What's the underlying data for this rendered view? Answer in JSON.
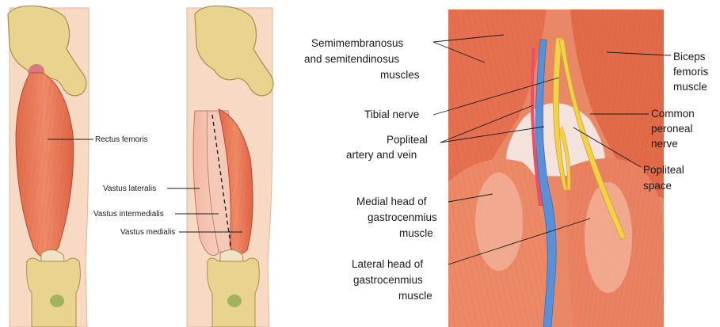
{
  "panels": {
    "anterior_thigh": {
      "labels": {
        "rectus_femoris": "Rectus femoris"
      }
    },
    "quadriceps_deep": {
      "labels": {
        "vastus_lateralis": "Vastus lateralis",
        "vastus_intermedialis": "Vastus intermedialis",
        "vastus_medialis": "Vastus medialis"
      }
    },
    "popliteal": {
      "labels": {
        "semimembranosus": [
          "Semimembranosus",
          "and semitendinosus",
          "muscles"
        ],
        "biceps_femoris": [
          "Biceps",
          "femoris",
          "muscle"
        ],
        "tibial_nerve": "Tibial nerve",
        "common_peroneal": [
          "Common",
          "peroneal",
          "nerve"
        ],
        "popliteal_vessels": [
          "Popliteal",
          "artery and vein"
        ],
        "popliteal_space": [
          "Popliteal",
          "space"
        ],
        "medial_gastrocnemius": [
          "Medial head of",
          "gastrocenmius",
          "muscle"
        ],
        "lateral_gastrocnemius": [
          "Lateral head of",
          "gastrocenmius",
          "muscle"
        ]
      }
    }
  },
  "colors": {
    "bone": "#e8d48f",
    "skin": "#f8d9c4",
    "muscle": "#e8714f",
    "muscle_light": "#f2a78b",
    "artery": "#e8506a",
    "vein": "#5b8fd6",
    "nerve": "#f5d04a",
    "space": "#f4e2dc"
  }
}
